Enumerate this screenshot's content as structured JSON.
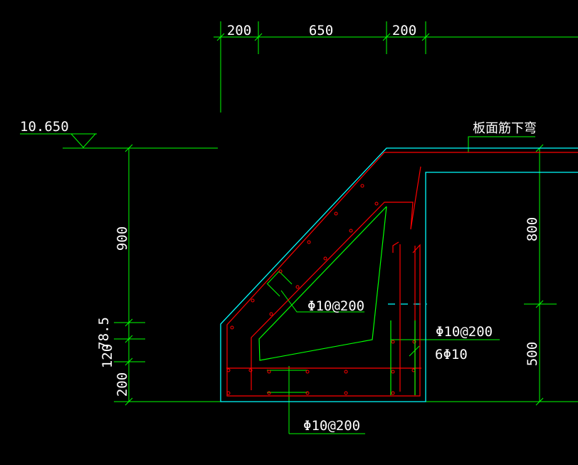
{
  "dimensions": {
    "top": [
      "200",
      "650",
      "200"
    ],
    "left": [
      "900",
      "78.5",
      "120",
      "200"
    ],
    "right": [
      "800",
      "500"
    ]
  },
  "elevation": "10.650",
  "annotations": {
    "slab_bend": "板面筋下弯",
    "rebar_mid": "Φ10@200",
    "rebar_right": "Φ10@200",
    "rebar_longitudinal": "6Φ10",
    "rebar_bottom": "Φ10@200"
  },
  "colors": {
    "background": "#000000",
    "dimension": "#00ff00",
    "outline": "#00ffff",
    "rebar": "#ff0000",
    "text": "#ffffff"
  }
}
